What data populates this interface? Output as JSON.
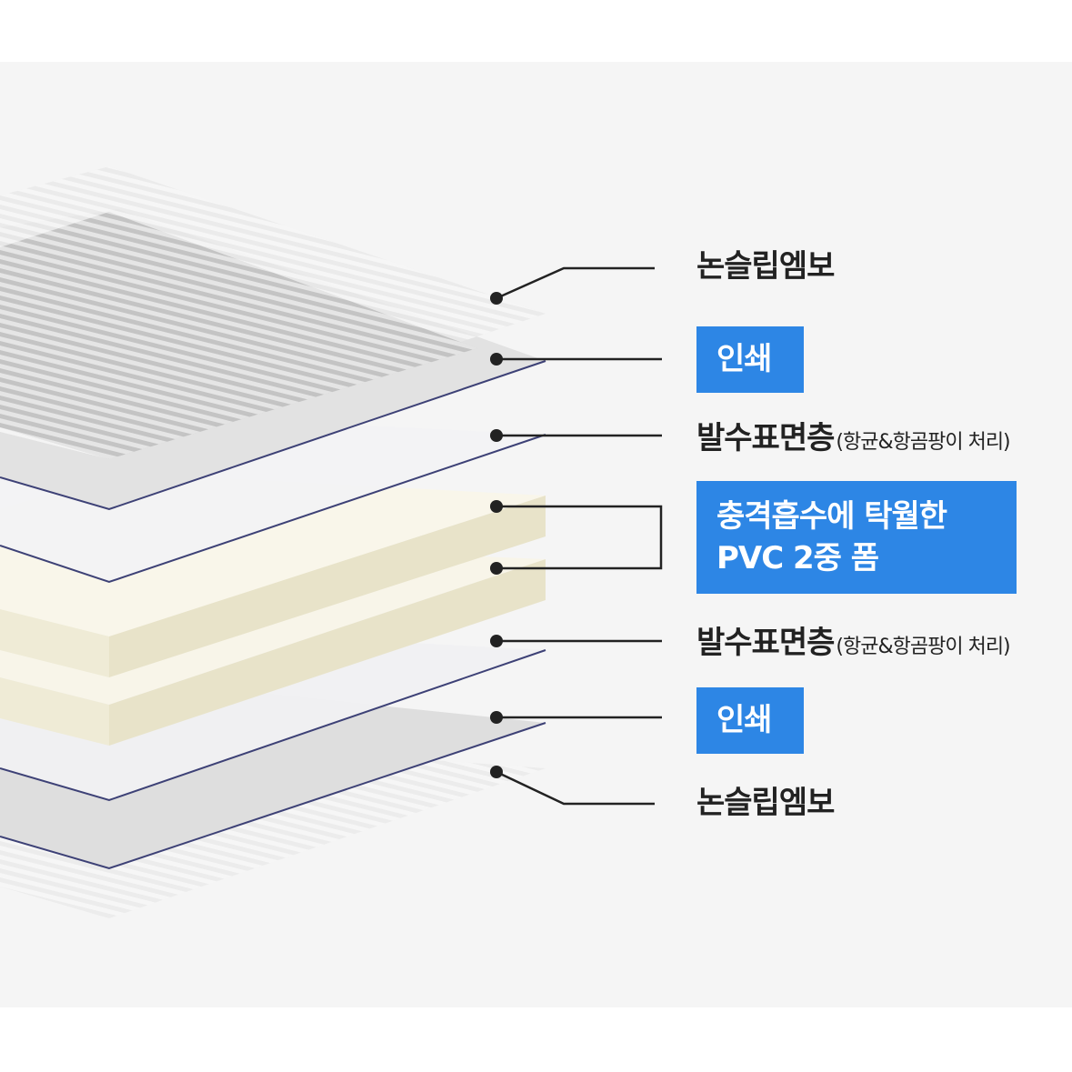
{
  "labels": {
    "emboss_top": "논슬립엠보",
    "print_top": "인쇄",
    "water_top_main": "발수표면층",
    "water_top_sub": "(항균&항곰팡이 처리)",
    "foam_line1": "충격흡수에 탁월한",
    "foam_line2": "PVC 2중 폼",
    "water_bottom_main": "발수표면층",
    "water_bottom_sub": "(항균&항곰팡이 처리)",
    "print_bottom": "인쇄",
    "emboss_bottom": "논슬립엠보"
  },
  "colors": {
    "highlight_box": "#2d86e5",
    "foam": "#f3efdd",
    "print_layer": "#d9d9d9",
    "film_edge": "#3d4176",
    "leader_line": "#222222"
  }
}
